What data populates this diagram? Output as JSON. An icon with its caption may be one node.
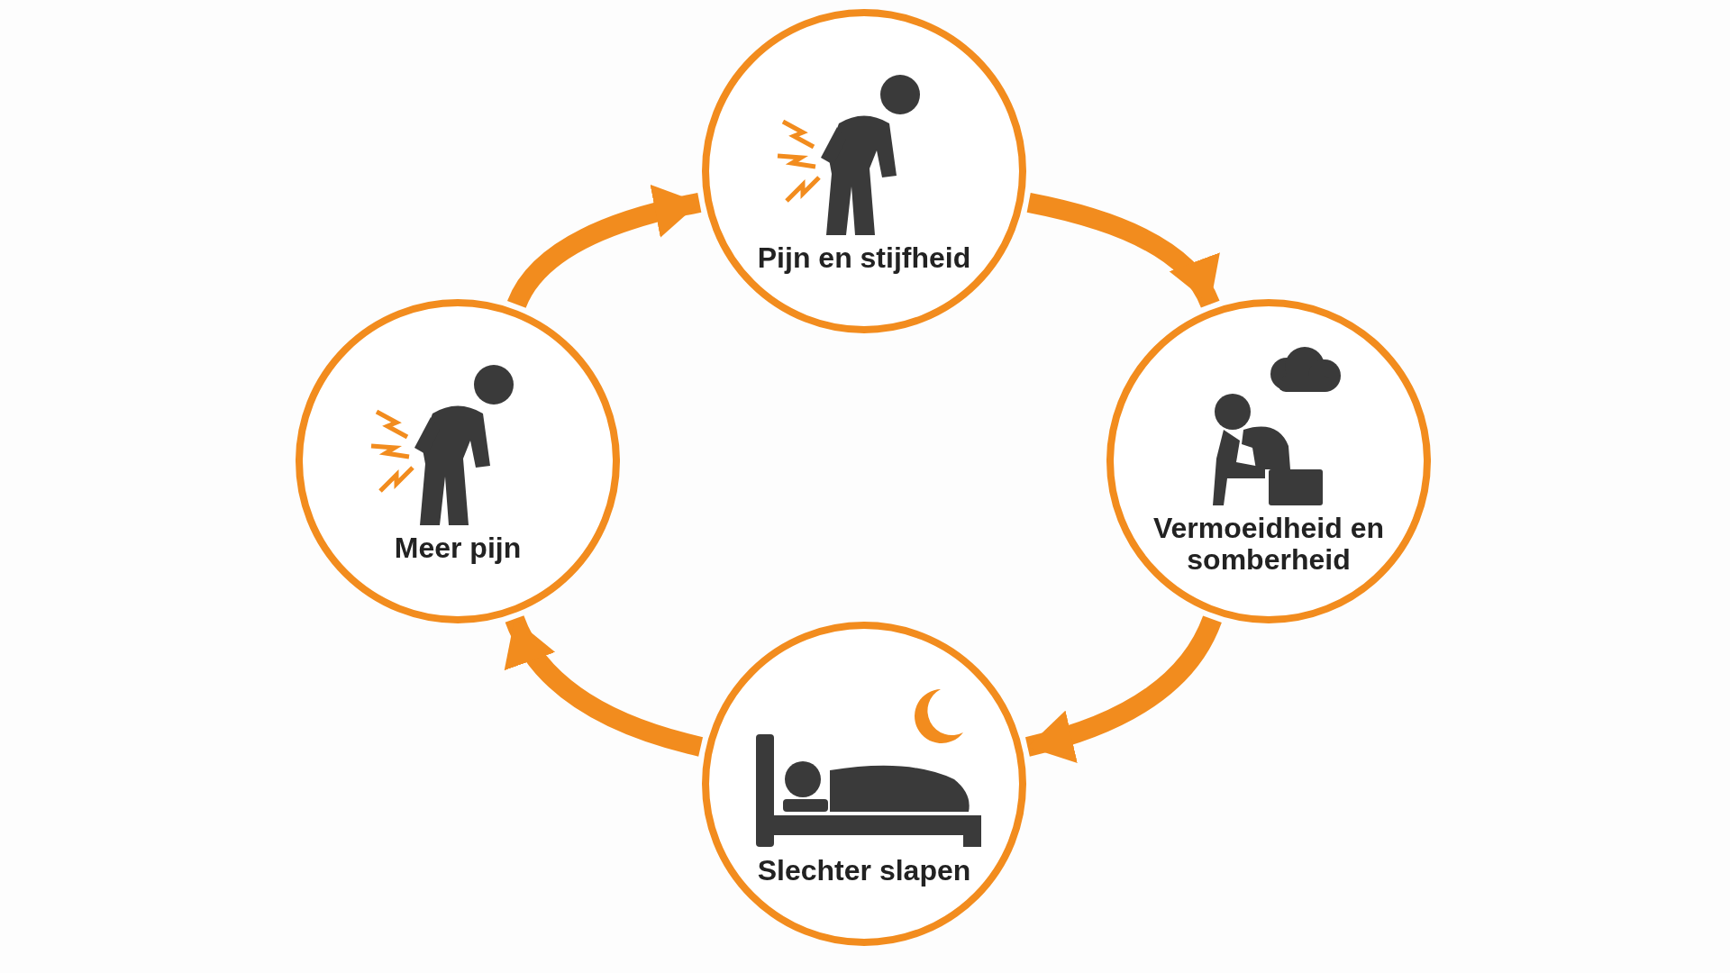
{
  "diagram": {
    "nodes": [
      {
        "text": [
          "Pijn en stijfheid"
        ]
      },
      {
        "text": [
          "Vermoeidheid en somberheid"
        ]
      },
      {
        "text": [
          "Slechter slapen"
        ]
      },
      {
        "text": [
          "Meer pijn"
        ]
      }
    ],
    "edges": [
      {
        "from": 0,
        "to": 1,
        "arrow": "to"
      },
      {
        "from": 1,
        "to": 2,
        "arrow": "to"
      },
      {
        "from": 2,
        "to": 3,
        "arrow": "to"
      },
      {
        "from": 3,
        "to": 0,
        "arrow": "to"
      }
    ]
  }
}
